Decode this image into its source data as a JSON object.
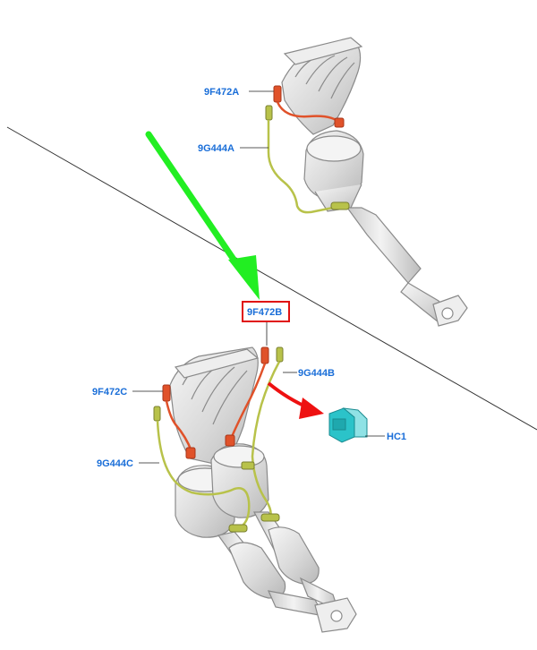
{
  "colors": {
    "label_text": "#1a6ed8",
    "highlight_box": "#e01010",
    "green_arrow": "#22ee22",
    "red_arrow": "#ee1111",
    "sensor_red": "#e0522a",
    "sensor_wire_green": "#b8c24a",
    "connector_cyan": "#2bc3c9",
    "metal_light": "#e4e4e4",
    "metal_outline": "#8a8a8a",
    "divider": "#333333"
  },
  "icons": [
    "upper-exhaust-manifold-icon",
    "lower-exhaust-manifold-icon",
    "connector-hc1-icon"
  ],
  "labels": {
    "upper_o2_sensor": "9F472A",
    "upper_wire": "9G444A",
    "target_o2_sensor": "9F472B",
    "target_wire": "9G444B",
    "lower_o2_sensor": "9F472C",
    "lower_wire": "9G444C",
    "connector": "HC1"
  }
}
